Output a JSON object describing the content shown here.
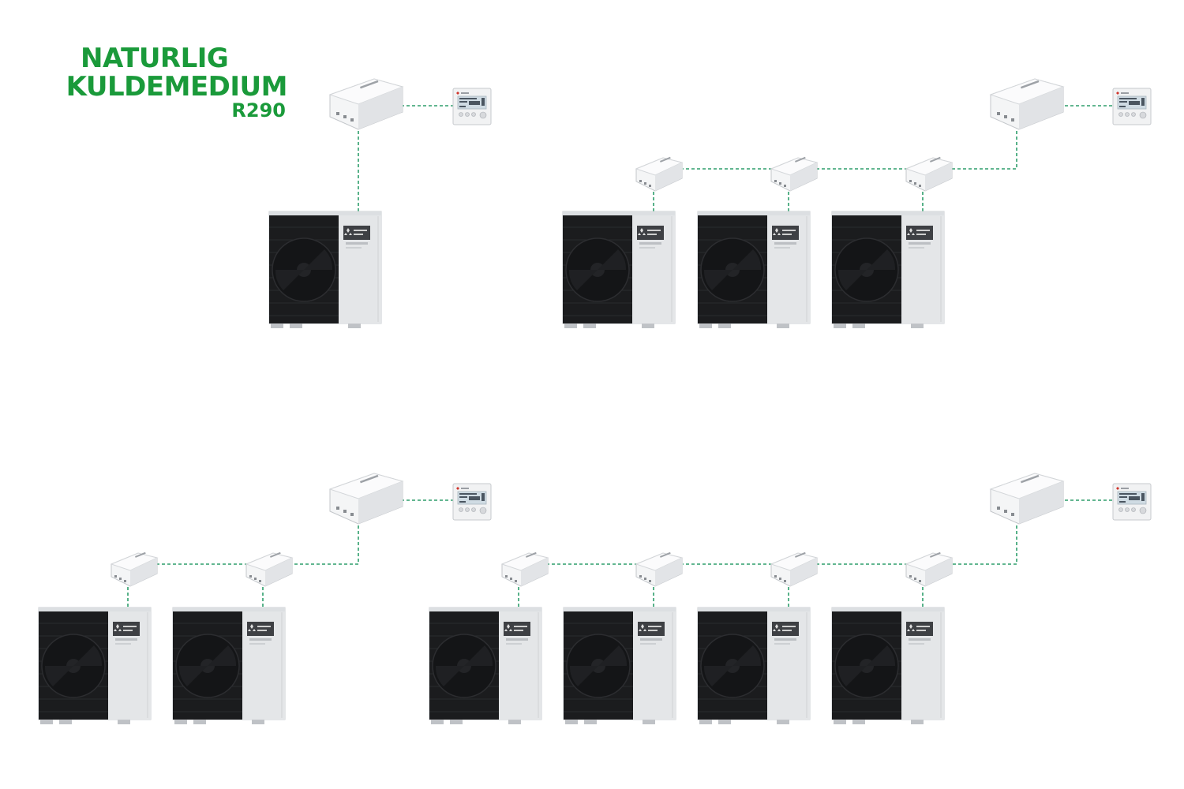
{
  "logo": {
    "line1": "NATURLIG",
    "line2": "KULDEMEDIUM",
    "line3": "R290"
  },
  "colors": {
    "brand_green": "#1a9a3a",
    "link_line": "#2e9e6c",
    "unit_front_dark": "#1b1c1e",
    "unit_body": "#ebecee",
    "controller_box": "#f2f3f4"
  },
  "icons": {
    "outdoor_unit": "heat-pump-outdoor-unit-icon",
    "controller": "control-box-icon",
    "remote": "remote-controller-icon"
  },
  "configurations": [
    {
      "id": "single",
      "units": 1
    },
    {
      "id": "triple",
      "units": 3
    },
    {
      "id": "double",
      "units": 2
    },
    {
      "id": "quad",
      "units": 4
    }
  ]
}
